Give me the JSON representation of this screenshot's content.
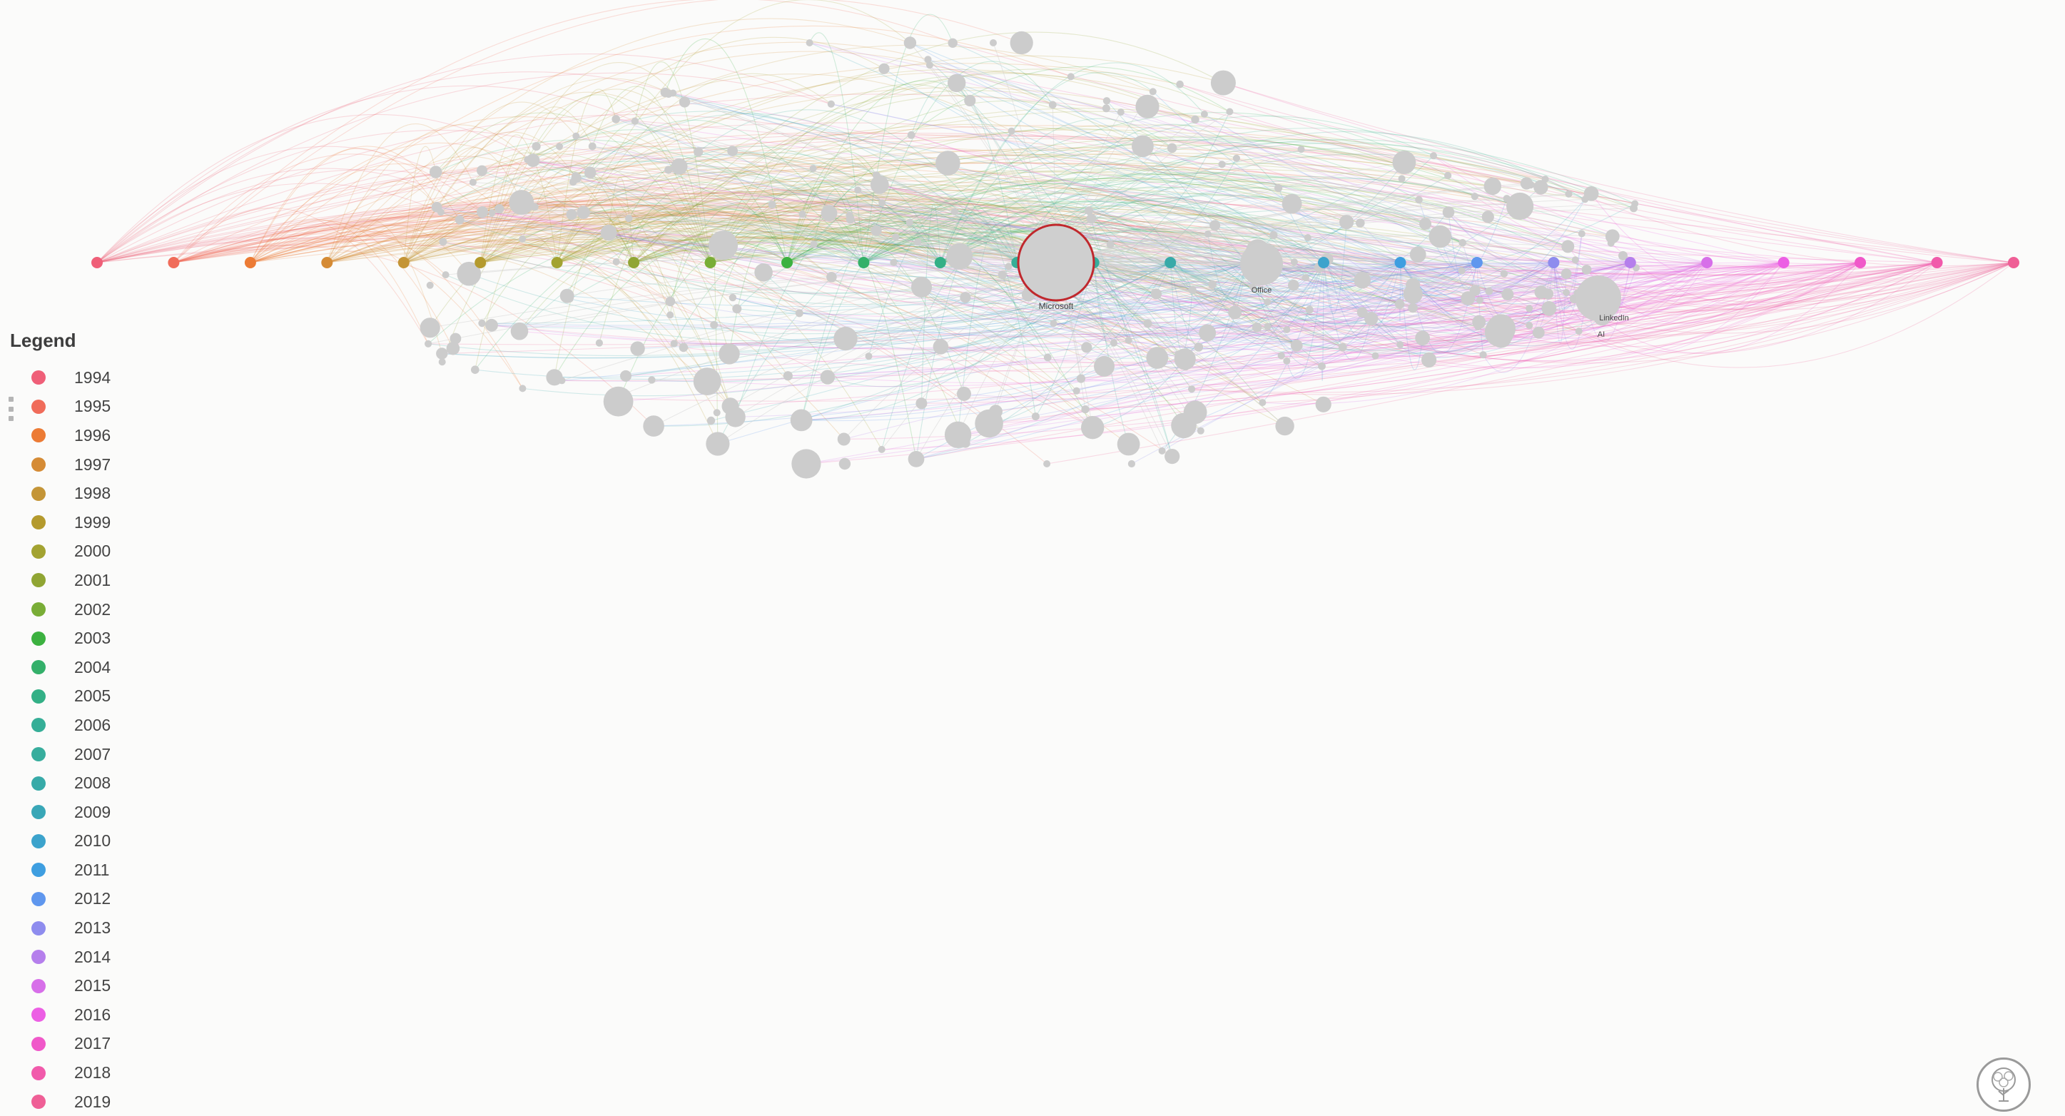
{
  "graph": {
    "focus_node": {
      "label": "Microsoft"
    },
    "labels": [
      "Office",
      "LinkedIn",
      "AI"
    ],
    "node_color": "#cccccc",
    "focus_outline_color": "#c0282d",
    "edge_grey": "#cfcfcf"
  },
  "legend": {
    "title": "Legend",
    "items": [
      {
        "label": "1994",
        "color": "#ef5f78"
      },
      {
        "label": "1995",
        "color": "#f06c5a"
      },
      {
        "label": "1996",
        "color": "#ec7b35"
      },
      {
        "label": "1997",
        "color": "#d58b35"
      },
      {
        "label": "1998",
        "color": "#c49537"
      },
      {
        "label": "1999",
        "color": "#b49a2d"
      },
      {
        "label": "2000",
        "color": "#a3a331"
      },
      {
        "label": "2001",
        "color": "#90a533"
      },
      {
        "label": "2002",
        "color": "#79ad36"
      },
      {
        "label": "2003",
        "color": "#3cb140"
      },
      {
        "label": "2004",
        "color": "#34b06a"
      },
      {
        "label": "2005",
        "color": "#33b086"
      },
      {
        "label": "2006",
        "color": "#35ae97"
      },
      {
        "label": "2007",
        "color": "#37ad9d"
      },
      {
        "label": "2008",
        "color": "#37aaa8"
      },
      {
        "label": "2009",
        "color": "#39a7b7"
      },
      {
        "label": "2010",
        "color": "#3ca3cc"
      },
      {
        "label": "2011",
        "color": "#3e9ee0"
      },
      {
        "label": "2012",
        "color": "#5f97ee"
      },
      {
        "label": "2013",
        "color": "#8e8cee"
      },
      {
        "label": "2014",
        "color": "#b57fec"
      },
      {
        "label": "2015",
        "color": "#d76fe9"
      },
      {
        "label": "2016",
        "color": "#ec5fe4"
      },
      {
        "label": "2017",
        "color": "#f058c9"
      },
      {
        "label": "2018",
        "color": "#f15aab"
      },
      {
        "label": "2019",
        "color": "#ef5f96"
      }
    ]
  }
}
